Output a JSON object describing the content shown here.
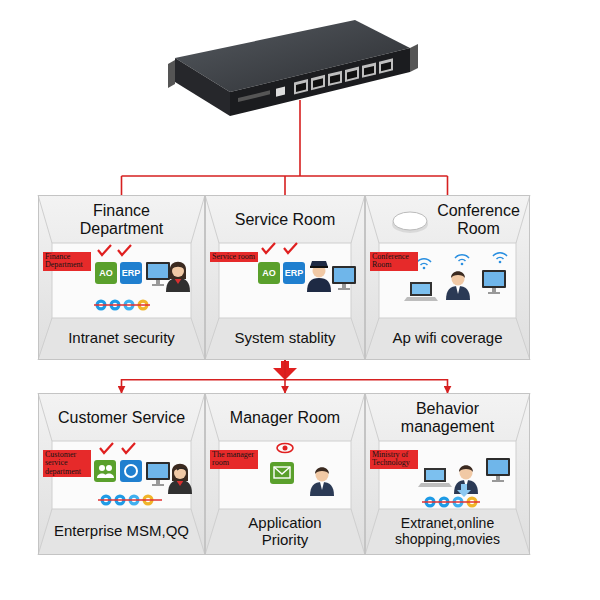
{
  "diagram": {
    "nodes": [
      {
        "text": [
          "Finance Department",
          "Finance Department",
          "Intranet security"
        ]
      },
      {
        "text": [
          "Service Room",
          "Service room",
          "System stablity"
        ]
      },
      {
        "text": [
          "Conference Room",
          "Conference Room",
          "Ap wifi coverage"
        ]
      },
      {
        "text": [
          "Customer Service",
          "Customer service department",
          "Enterprise MSM,QQ"
        ]
      },
      {
        "text": [
          "Manager Room",
          "The manager room",
          "Application Priority"
        ]
      },
      {
        "text": [
          "Behavior management",
          "Ministry of Technology",
          "Extranet,online shopping,movies"
        ]
      }
    ],
    "edges": [
      {
        "from": 1,
        "to": 3,
        "arrow": "to"
      },
      {
        "from": 1,
        "to": 4,
        "arrow": "to"
      },
      {
        "from": 1,
        "to": 5,
        "arrow": "to"
      }
    ],
    "labels": [
      "AO",
      "ERP",
      "AO",
      "ERP"
    ]
  }
}
